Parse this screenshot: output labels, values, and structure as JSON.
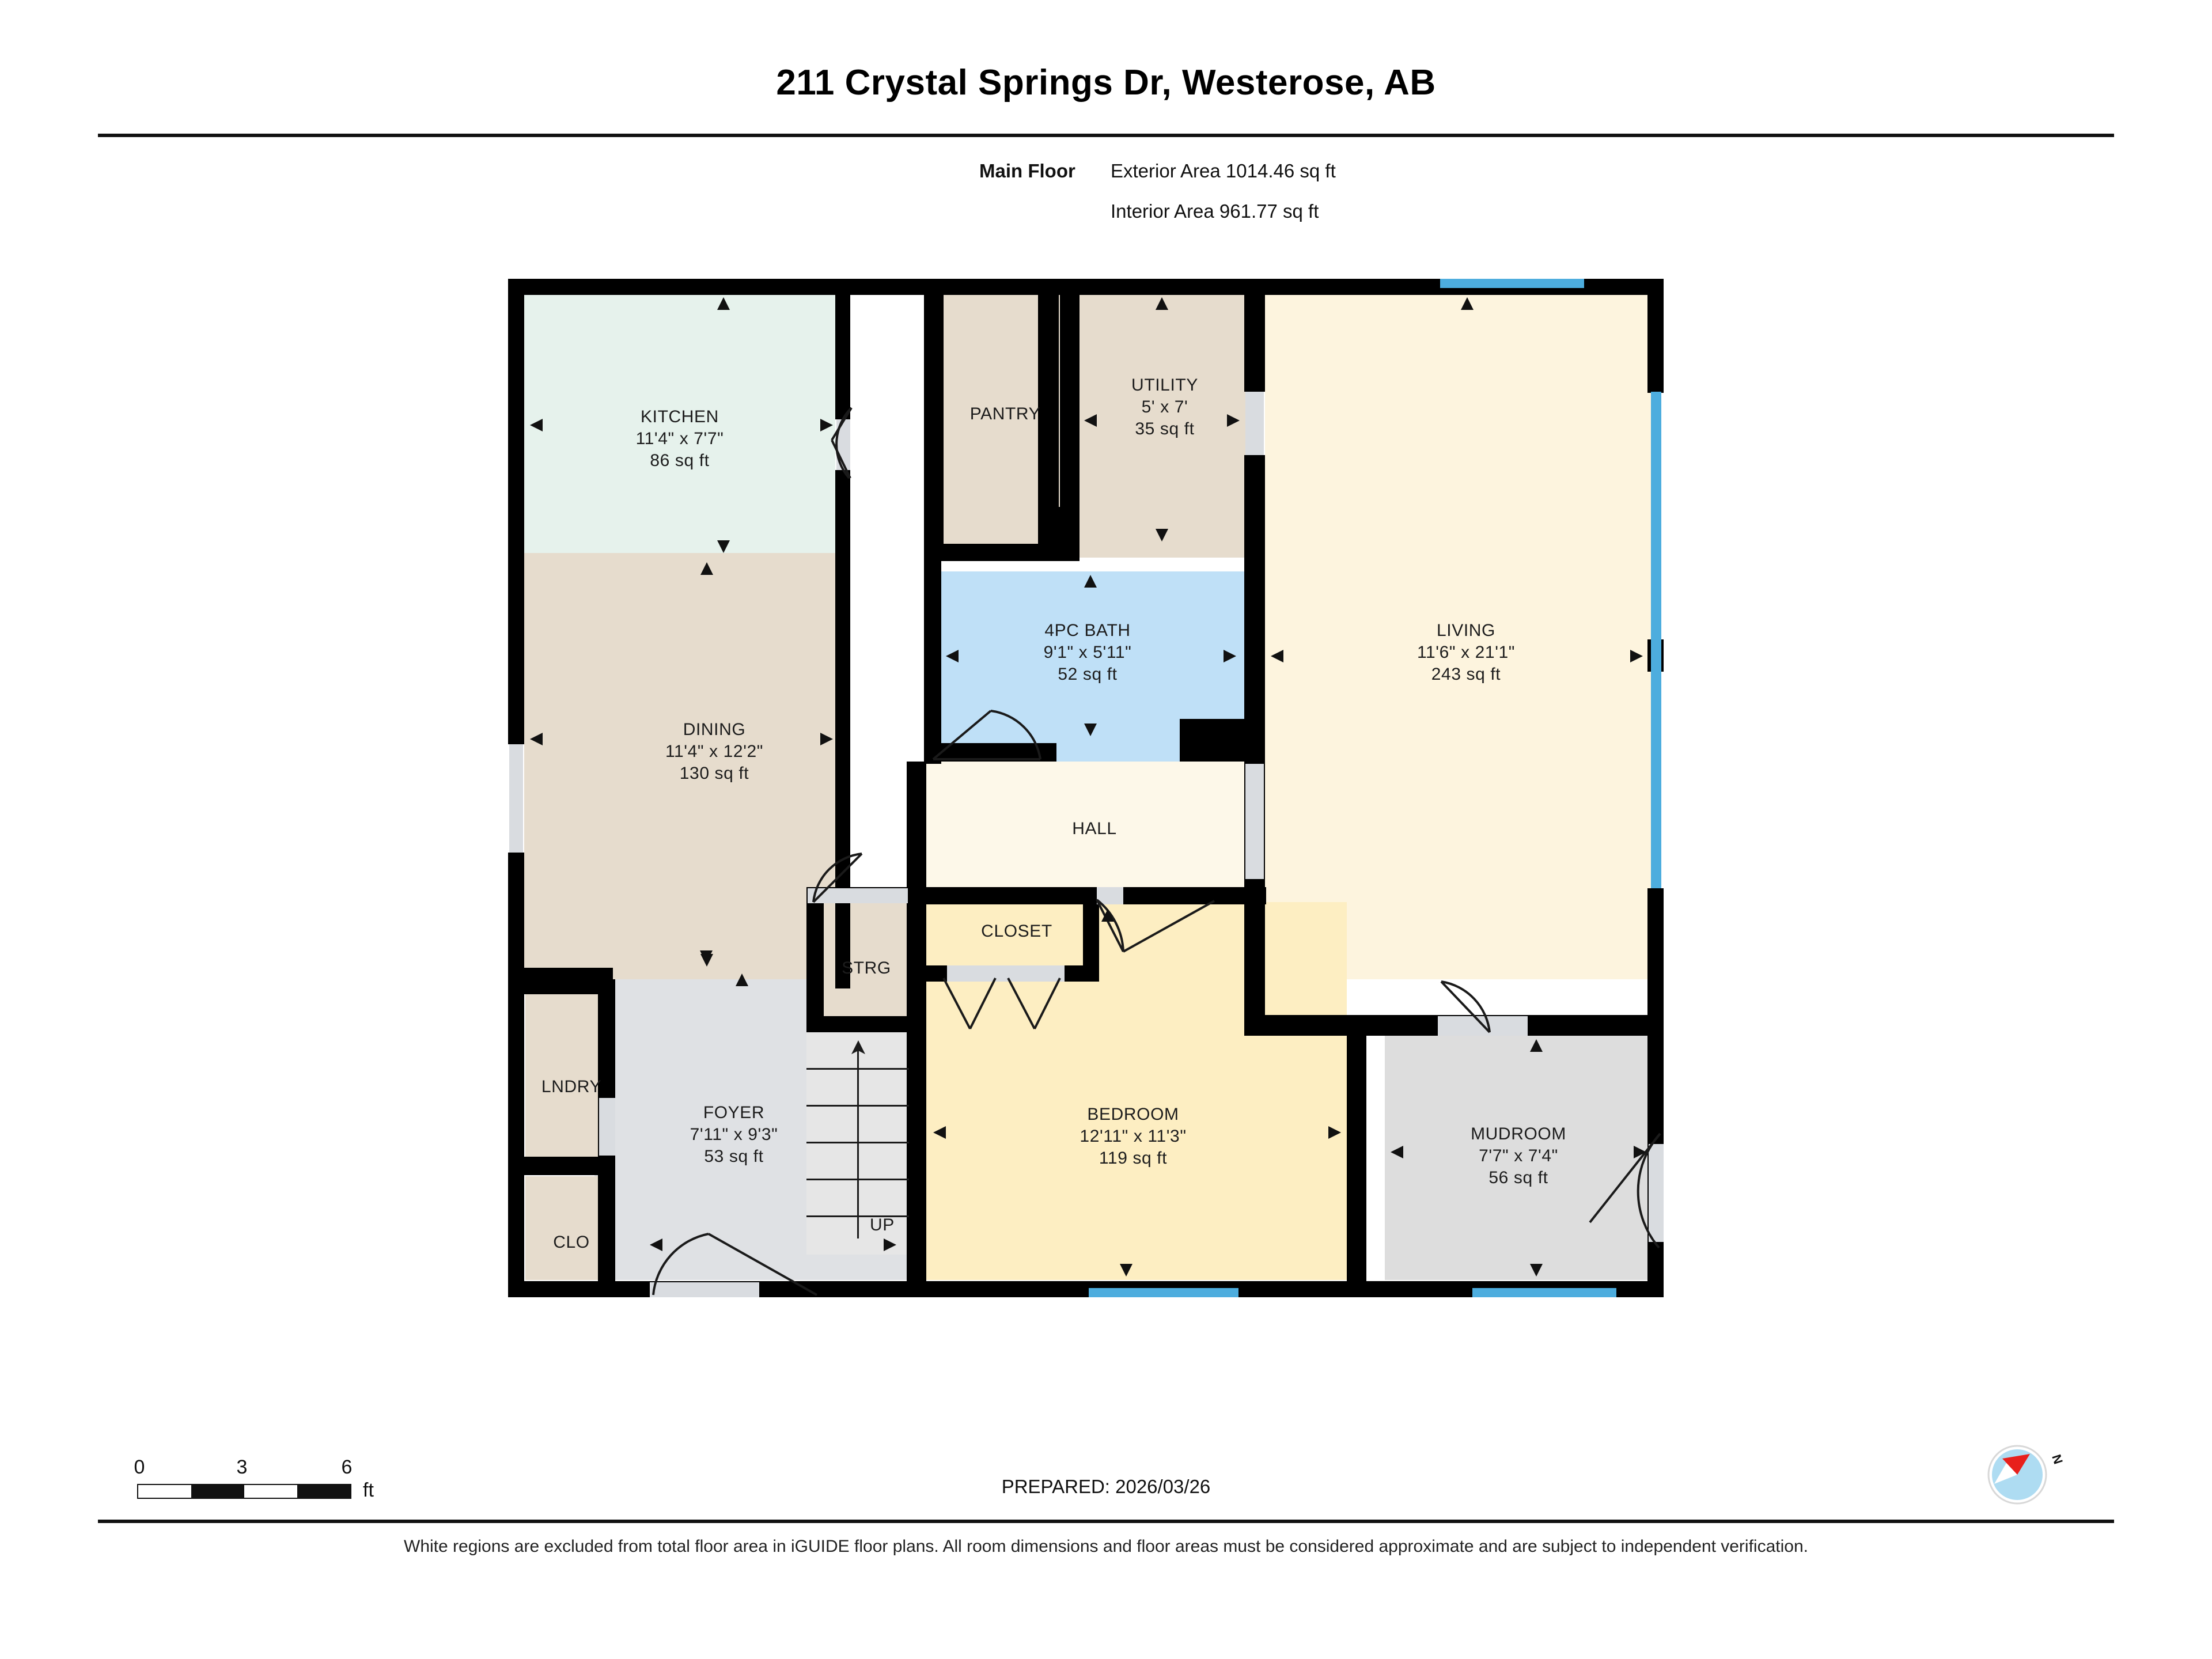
{
  "header": {
    "title": "211 Crystal Springs Dr, Westerose, AB",
    "floor_label": "Main Floor",
    "exterior_area": "Exterior Area 1014.46 sq ft",
    "interior_area": "Interior Area 961.77 sq ft"
  },
  "rooms": [
    {
      "key": "kitchen",
      "name": "KITCHEN",
      "dims": "11'4\" x 7'7\"",
      "area": "86 sq ft",
      "fill": "#e6f2ec"
    },
    {
      "key": "dining",
      "name": "DINING",
      "dims": "11'4\" x 12'2\"",
      "area": "130 sq ft",
      "fill": "#e6dccd"
    },
    {
      "key": "pantry",
      "name": "PANTRY",
      "dims": "",
      "area": "",
      "fill": "#e6dccd"
    },
    {
      "key": "utility",
      "name": "UTILITY",
      "dims": "5' x 7'",
      "area": "35 sq ft",
      "fill": "#e6dccd"
    },
    {
      "key": "bath",
      "name": "4PC BATH",
      "dims": "9'1\" x 5'11\"",
      "area": "52 sq ft",
      "fill": "#bfe0f7"
    },
    {
      "key": "living",
      "name": "LIVING",
      "dims": "11'6\" x 21'1\"",
      "area": "243 sq ft",
      "fill": "#fdf4de"
    },
    {
      "key": "hall",
      "name": "HALL",
      "dims": "",
      "area": "",
      "fill": "#fdf8e9"
    },
    {
      "key": "closet",
      "name": "CLOSET",
      "dims": "",
      "area": "",
      "fill": "#e6e3dc"
    },
    {
      "key": "bedroom",
      "name": "BEDROOM",
      "dims": "12'11\" x 11'3\"",
      "area": "119 sq ft",
      "fill": "#fdeec2"
    },
    {
      "key": "mudroom",
      "name": "MUDROOM",
      "dims": "7'7\" x 7'4\"",
      "area": "56 sq ft",
      "fill": "#dddddd"
    },
    {
      "key": "foyer",
      "name": "FOYER",
      "dims": "7'11\" x 9'3\"",
      "area": "53 sq ft",
      "fill": "#dfe1e4"
    },
    {
      "key": "lndry",
      "name": "LNDRY",
      "dims": "",
      "area": "",
      "fill": "#e6dccd"
    },
    {
      "key": "clo",
      "name": "CLO",
      "dims": "",
      "area": "",
      "fill": "#e6dccd"
    },
    {
      "key": "strg",
      "name": "STRG",
      "dims": "",
      "area": "",
      "fill": "#e6dccd"
    }
  ],
  "stairs": {
    "up_label": "UP"
  },
  "scale": {
    "ticks": [
      "0",
      "3",
      "6"
    ],
    "unit": "ft"
  },
  "compass": {
    "north_label": "N"
  },
  "footer": {
    "prepared": "PREPARED: 2026/03/26",
    "disclaimer": "White regions are excluded from total floor area in iGUIDE floor plans. All room dimensions and floor areas must be considered approximate and are subject to independent verification."
  },
  "colors": {
    "wall": "#000000",
    "window": "#4dadde",
    "compass_needle": "#e8201c",
    "compass_face": "#aedcf2"
  }
}
